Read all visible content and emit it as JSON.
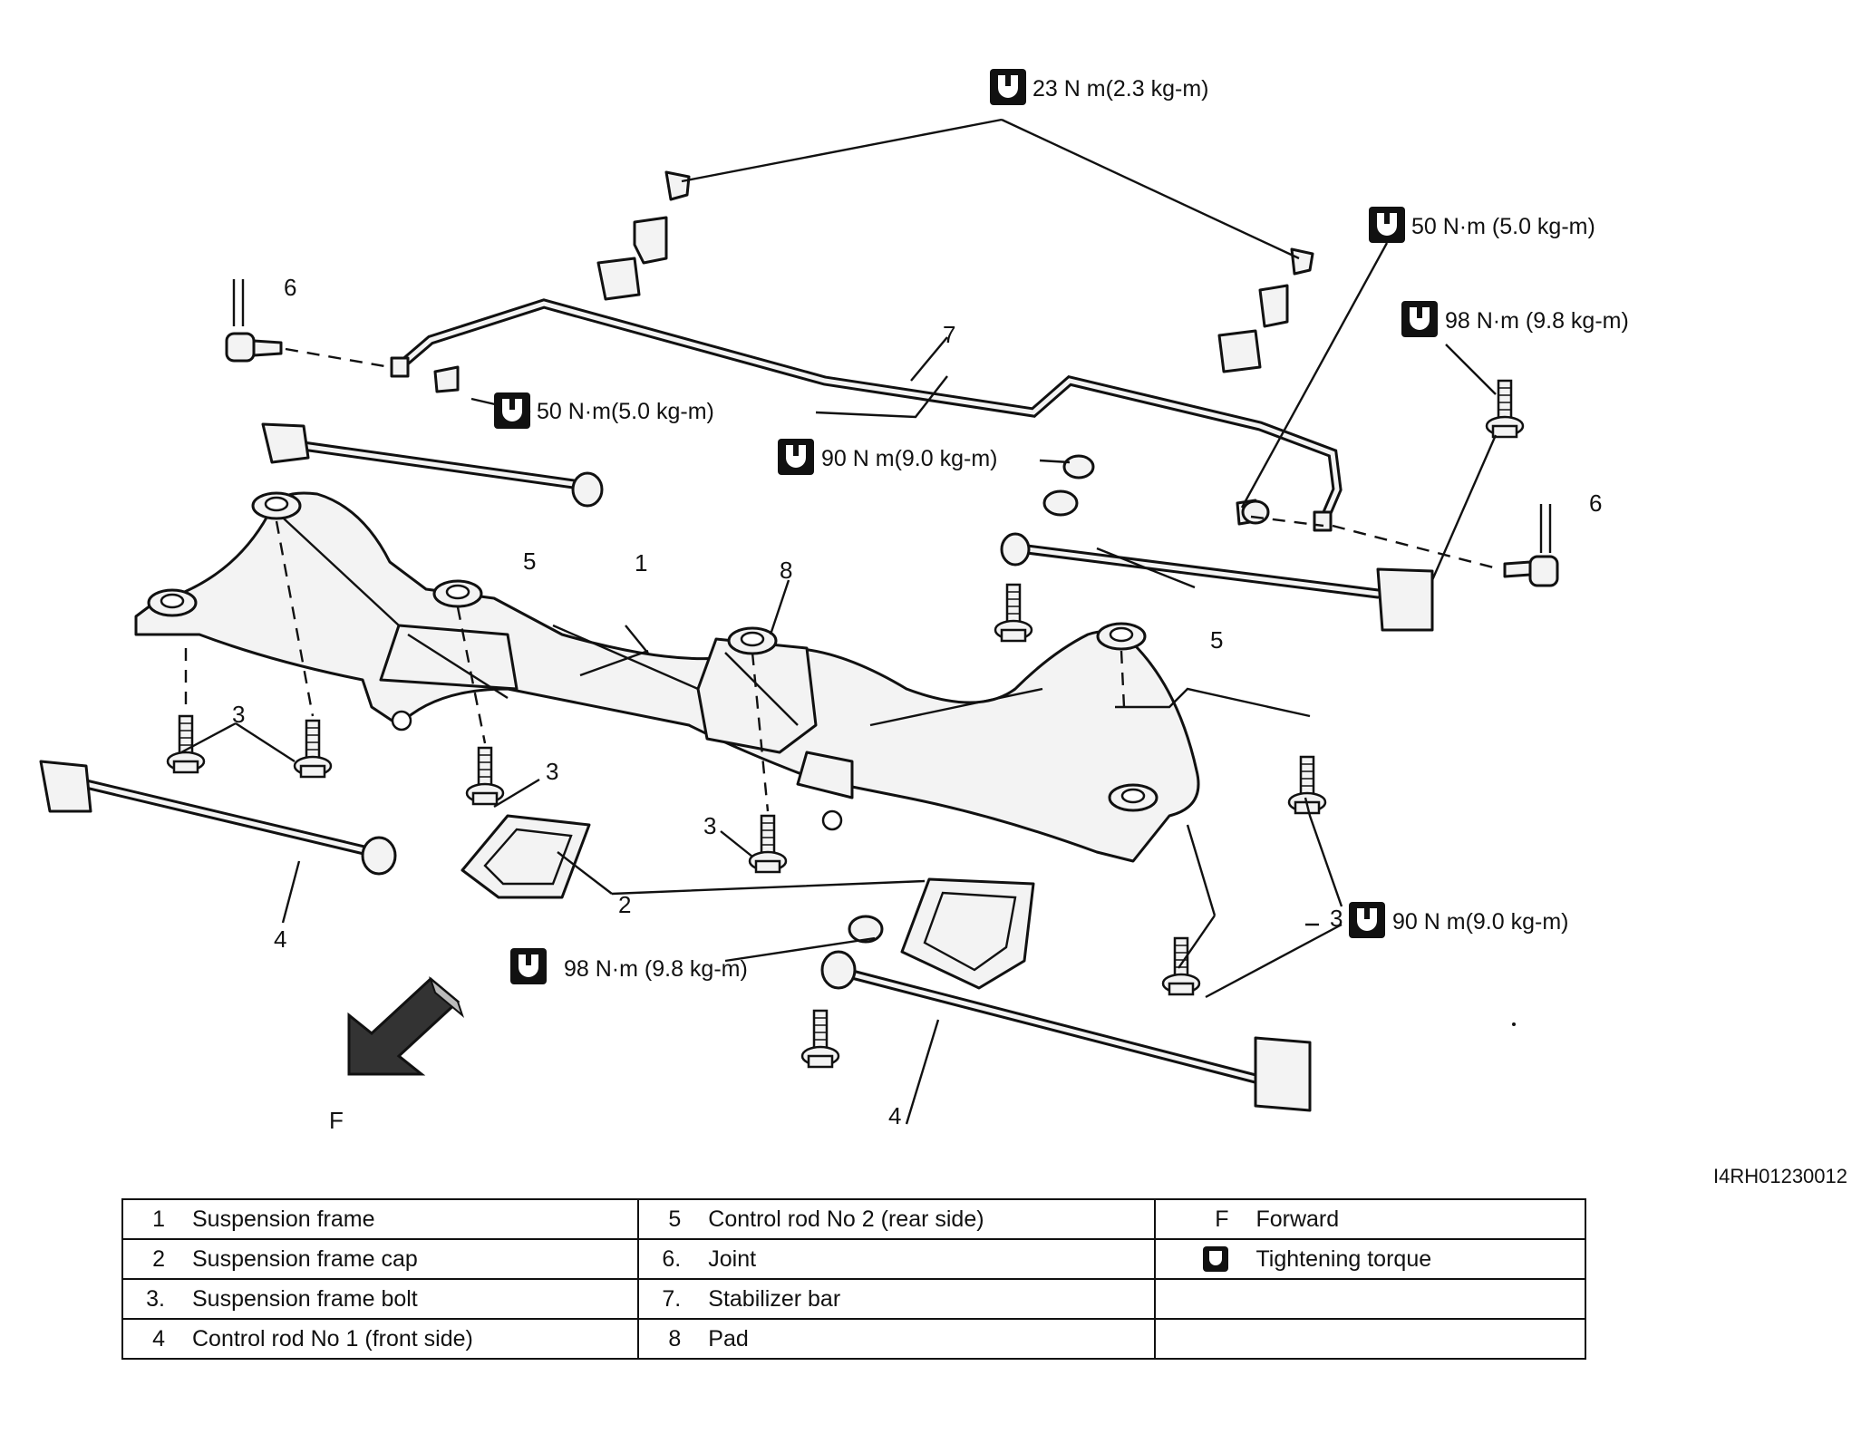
{
  "callouts": {
    "c1": "1",
    "c2": "2",
    "c3a": "3",
    "c3b": "3",
    "c3c": "3",
    "c3d": "3",
    "c4a": "4",
    "c4b": "4",
    "c5a": "5",
    "c5b": "5",
    "c6a": "6",
    "c6b": "6",
    "c7": "7",
    "c8": "8",
    "forward": "F"
  },
  "torques": {
    "t1": "23 N m(2.3 kg-m)",
    "t2": "50 N·m (5.0 kg-m)",
    "t3": "98 N·m (9.8 kg-m)",
    "t4": "50 N·m(5.0 kg-m)",
    "t5": "90 N m(9.0 kg-m)",
    "t6": "90 N m(9.0 kg-m)",
    "t7": "98 N·m (9.8 kg-m)"
  },
  "figure_code": "I4RH01230012",
  "legend": {
    "rows": [
      [
        {
          "num": "1",
          "label": "Suspension frame"
        },
        {
          "num": "5",
          "label": "Control rod No 2 (rear side)"
        },
        {
          "num": "F",
          "label": "Forward"
        }
      ],
      [
        {
          "num": "2",
          "label": "Suspension frame cap"
        },
        {
          "num": "6.",
          "label": "Joint"
        },
        {
          "num": "",
          "label": "Tightening torque"
        }
      ],
      [
        {
          "num": "3.",
          "label": "Suspension frame bolt"
        },
        {
          "num": "7.",
          "label": "Stabilizer bar"
        },
        {
          "num": "",
          "label": ""
        }
      ],
      [
        {
          "num": "4",
          "label": "Control rod No 1 (front side)"
        },
        {
          "num": "8",
          "label": "Pad"
        },
        {
          "num": "",
          "label": ""
        }
      ]
    ]
  }
}
